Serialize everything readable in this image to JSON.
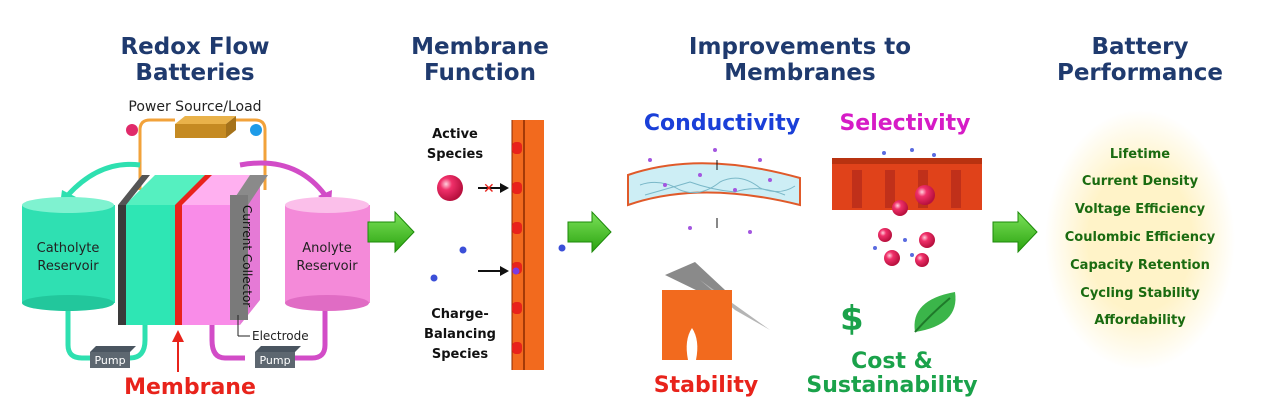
{
  "col1": {
    "title_line1": "Redox Flow",
    "title_line2": "Batteries",
    "power": "Power Source/Load",
    "catholyte1": "Catholyte",
    "catholyte2": "Reservoir",
    "anolyte1": "Anolyte",
    "anolyte2": "Reservoir",
    "collector": "Current Collector",
    "electrode": "Electrode",
    "pump": "Pump",
    "membrane": "Membrane"
  },
  "col2": {
    "title_line1": "Membrane",
    "title_line2": "Function",
    "active1": "Active",
    "active2": "Species",
    "charge1": "Charge-",
    "charge2": "Balancing",
    "charge3": "Species"
  },
  "col3": {
    "title_line1": "Improvements to",
    "title_line2": "Membranes",
    "conductivity": "Conductivity",
    "selectivity": "Selectivity",
    "stability": "Stability",
    "cost1": "Cost &",
    "cost2": "Sustainability"
  },
  "col4": {
    "title_line1": "Battery",
    "title_line2": "Performance",
    "items": [
      "Lifetime",
      "Current Density",
      "Voltage Efficiency",
      "Coulombic Efficiency",
      "Capacity Retention",
      "Cycling Stability",
      "Affordability"
    ]
  },
  "colors": {
    "heading": "#1f3a6e",
    "membrane": "#e8231b",
    "conductivity": "#1a3fd8",
    "selectivity": "#d61bc6",
    "stability": "#e8231b",
    "cost": "#1aa24a",
    "perf": "#1a6b10"
  }
}
